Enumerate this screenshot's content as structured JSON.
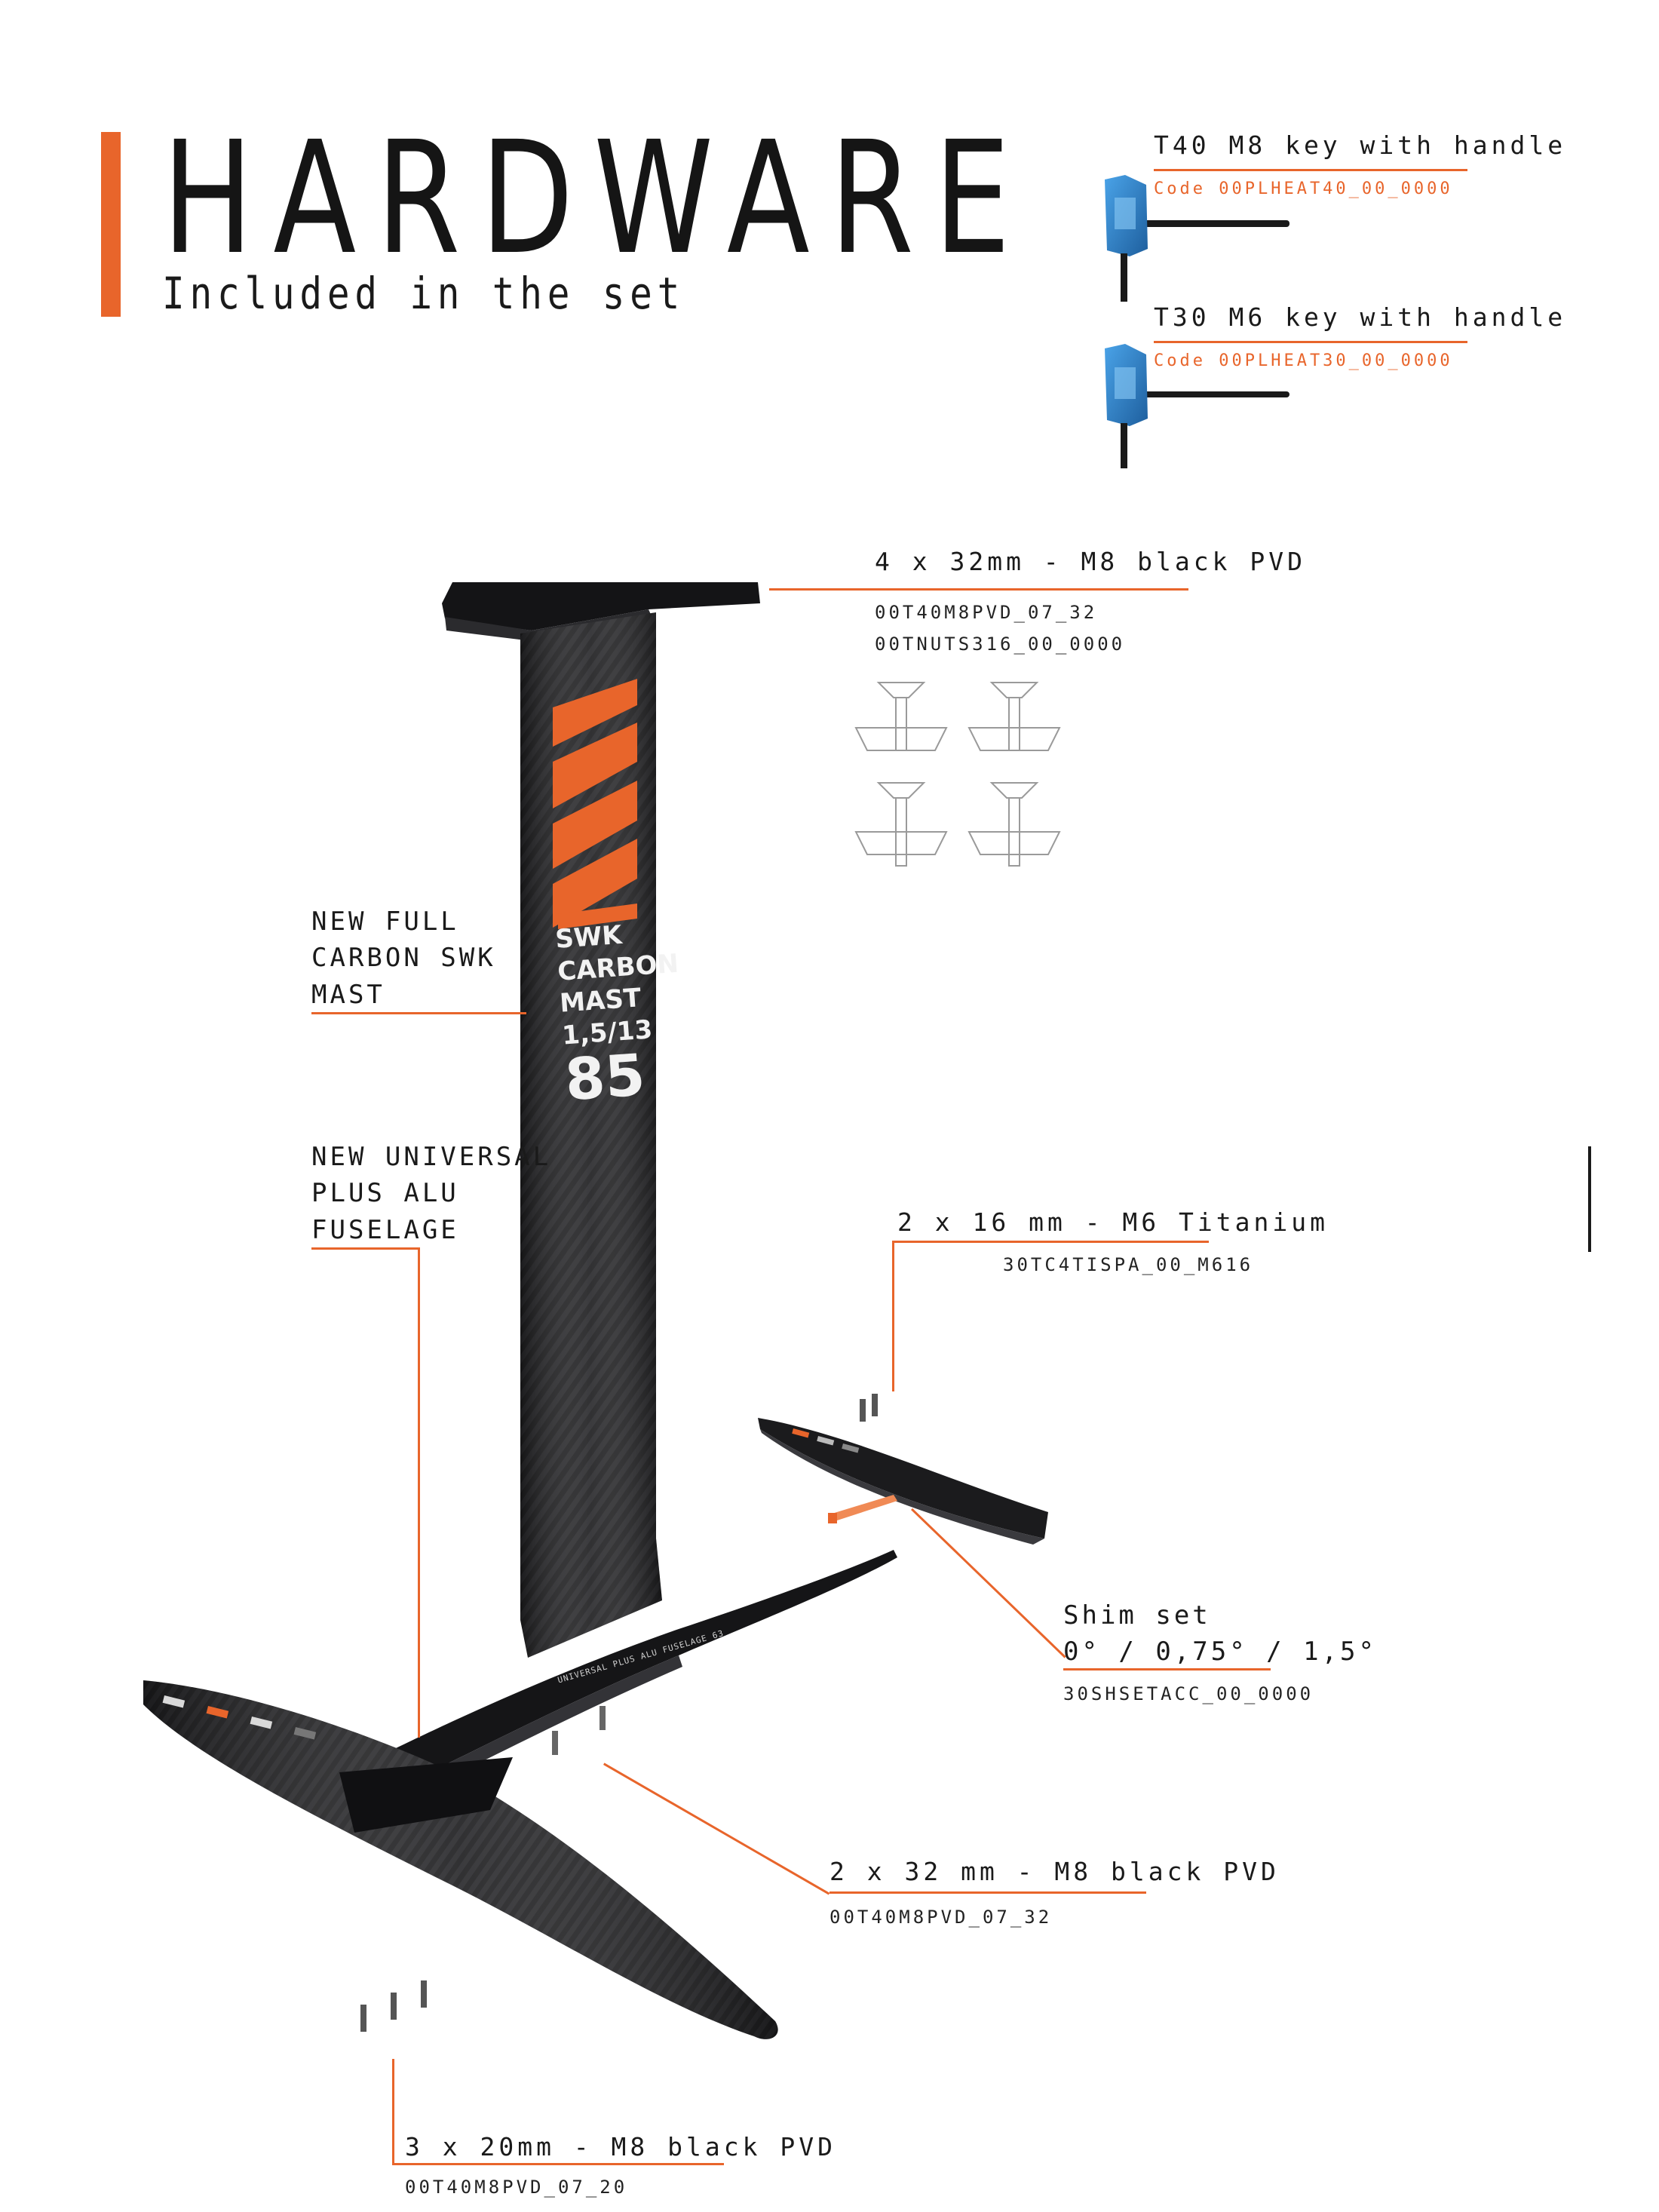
{
  "header": {
    "title": "HARDWARE",
    "subtitle": "Included in the set"
  },
  "keys": [
    {
      "label": "T40 M8 key with handle",
      "code": "Code 00PLHEAT40_00_0000"
    },
    {
      "label": "T30 M6 key with handle",
      "code": "Code 00PLHEAT30_00_0000"
    }
  ],
  "mast_screws": {
    "label": "4 x 32mm - M8 black PVD",
    "codes": [
      "00T40M8PVD_07_32",
      "00TNUTS316_00_0000"
    ]
  },
  "mast": {
    "label": [
      "NEW FULL",
      "CARBON SWK",
      "MAST"
    ],
    "print": [
      "SWK",
      "CARBON",
      "MAST",
      "1,5/13"
    ],
    "number": "85"
  },
  "fuselage": {
    "label": [
      "NEW UNIVERSAL",
      "PLUS ALU",
      "FUSELAGE"
    ],
    "print": "UNIVERSAL PLUS ALU FUSELAGE 63"
  },
  "stab_screws": {
    "label": "2 x 16 mm - M6 Titanium",
    "code": "30TC4TISPA_00_M616"
  },
  "shim": {
    "label": [
      "Shim set",
      "0° / 0,75° / 1,5°"
    ],
    "code": "30SHSETACC_00_0000"
  },
  "fuse_screws": {
    "label": "2 x 32 mm - M8 black PVD",
    "code": "00T40M8PVD_07_32"
  },
  "wing_screws": {
    "label": "3 x 20mm - M8 black PVD",
    "code": "00T40M8PVD_07_20"
  },
  "colors": {
    "accent": "#e8652b",
    "carbon": "#1d1d1f",
    "key_blue": "#2d7fc9"
  }
}
